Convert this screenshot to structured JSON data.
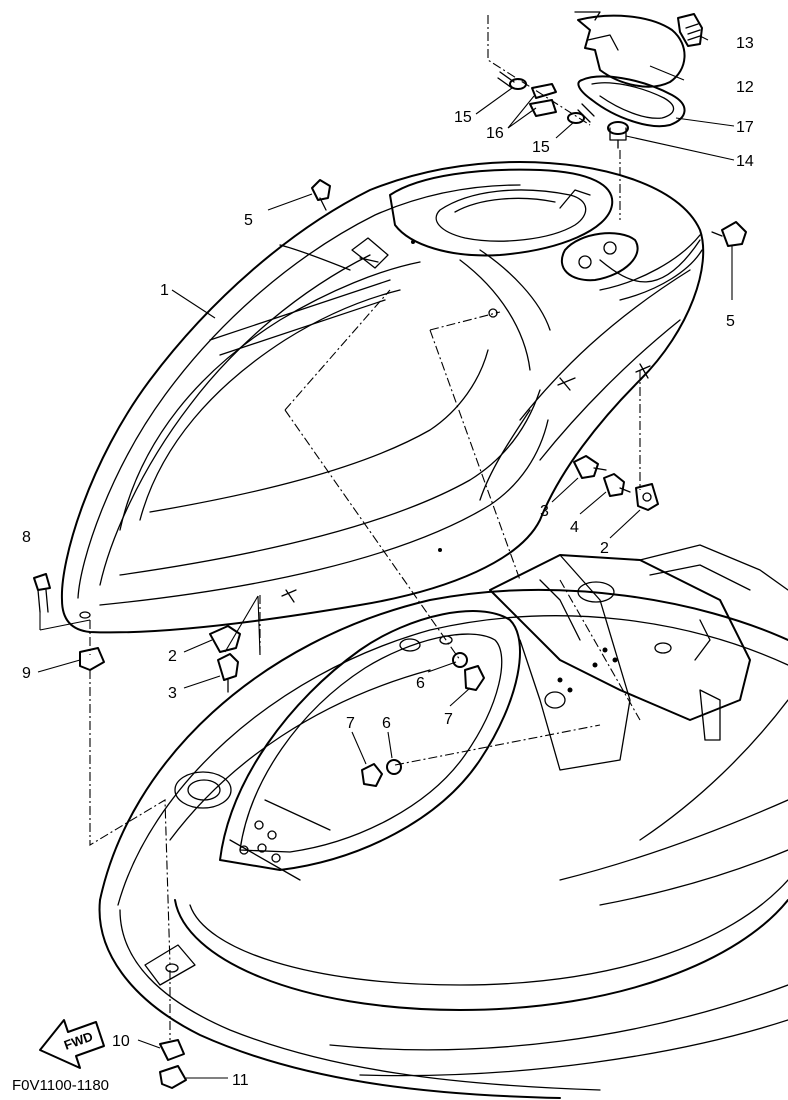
{
  "diagram_code": "F0V1100-1180",
  "fwd_label": "FWD",
  "callouts": [
    {
      "id": "c1",
      "text": "1"
    },
    {
      "id": "c2a",
      "text": "2"
    },
    {
      "id": "c2b",
      "text": "2"
    },
    {
      "id": "c3a",
      "text": "3"
    },
    {
      "id": "c3b",
      "text": "3"
    },
    {
      "id": "c4",
      "text": "4"
    },
    {
      "id": "c5a",
      "text": "5"
    },
    {
      "id": "c5b",
      "text": "5"
    },
    {
      "id": "c6a",
      "text": "6"
    },
    {
      "id": "c6b",
      "text": "6"
    },
    {
      "id": "c7a",
      "text": "7"
    },
    {
      "id": "c7b",
      "text": "7"
    },
    {
      "id": "c8",
      "text": "8"
    },
    {
      "id": "c9",
      "text": "9"
    },
    {
      "id": "c10",
      "text": "10"
    },
    {
      "id": "c11",
      "text": "11"
    },
    {
      "id": "c12",
      "text": "12"
    },
    {
      "id": "c13",
      "text": "13"
    },
    {
      "id": "c14",
      "text": "14"
    },
    {
      "id": "c15a",
      "text": "15"
    },
    {
      "id": "c15b",
      "text": "15"
    },
    {
      "id": "c16",
      "text": "16"
    },
    {
      "id": "c17",
      "text": "17"
    }
  ]
}
